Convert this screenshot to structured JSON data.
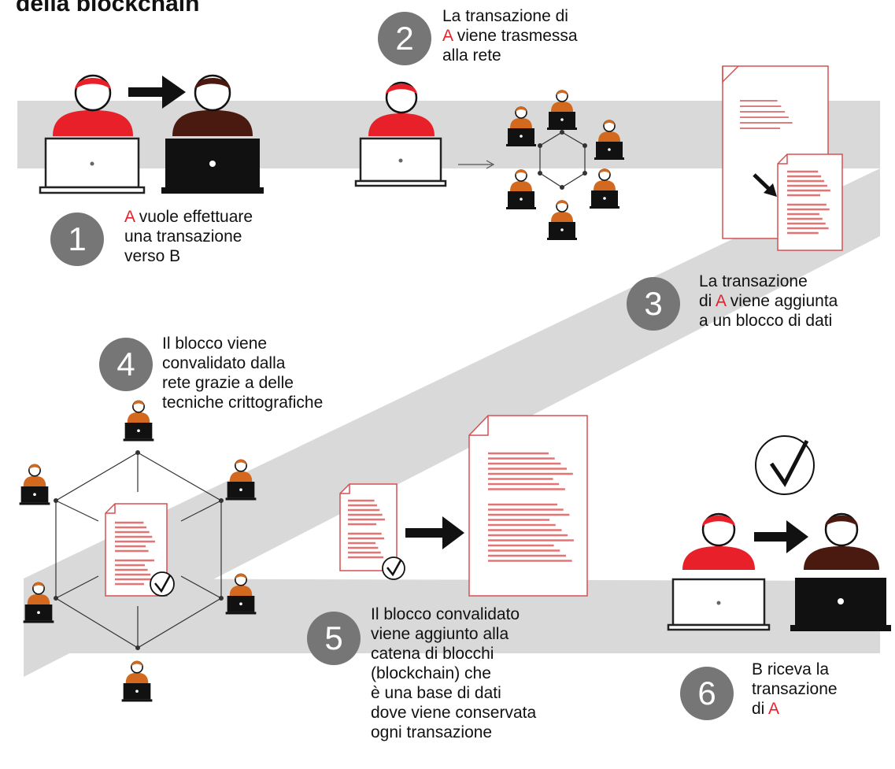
{
  "title": "della blockchain",
  "colors": {
    "band": "#d9d9d9",
    "red": "#e8202a",
    "brown": "#4a1a10",
    "step_circle": "#767676",
    "doc_line": "#d55050",
    "ink": "#111111"
  },
  "steps": [
    {
      "number": "1",
      "lines": [
        [
          {
            "t": "A",
            "red": true
          },
          {
            "t": " vuole effettuare"
          }
        ],
        [
          {
            "t": "una transazione"
          }
        ],
        [
          {
            "t": "verso B"
          }
        ]
      ]
    },
    {
      "number": "2",
      "lines": [
        [
          {
            "t": "La transazione di"
          }
        ],
        [
          {
            "t": "A",
            "red": true
          },
          {
            "t": " viene trasmessa"
          }
        ],
        [
          {
            "t": "alla rete"
          }
        ]
      ]
    },
    {
      "number": "3",
      "lines": [
        [
          {
            "t": "La transazione"
          }
        ],
        [
          {
            "t": "di "
          },
          {
            "t": "A",
            "red": true
          },
          {
            "t": " viene aggiunta"
          }
        ],
        [
          {
            "t": "a un blocco di dati"
          }
        ]
      ]
    },
    {
      "number": "4",
      "lines": [
        [
          {
            "t": "Il blocco viene"
          }
        ],
        [
          {
            "t": "convalidato dalla"
          }
        ],
        [
          {
            "t": "rete grazie a delle"
          }
        ],
        [
          {
            "t": "tecniche crittografiche"
          }
        ]
      ]
    },
    {
      "number": "5",
      "lines": [
        [
          {
            "t": "Il blocco convalidato"
          }
        ],
        [
          {
            "t": "viene aggiunto alla"
          }
        ],
        [
          {
            "t": "catena di blocchi"
          }
        ],
        [
          {
            "t": "(blockchain) che"
          }
        ],
        [
          {
            "t": "è una base di dati"
          }
        ],
        [
          {
            "t": "dove viene conservata"
          }
        ],
        [
          {
            "t": "ogni transazione"
          }
        ]
      ]
    },
    {
      "number": "6",
      "lines": [
        [
          {
            "t": "B riceva la"
          }
        ],
        [
          {
            "t": "transazione"
          }
        ],
        [
          {
            "t": "di "
          },
          {
            "t": "A",
            "red": true
          }
        ]
      ]
    }
  ],
  "icons": [
    "user-a-laptop-icon",
    "user-b-laptop-icon",
    "arrow-right-icon",
    "network-hexagon-icon",
    "network-node-user-icon",
    "document-icon",
    "block-document-icon",
    "checkmark-icon",
    "cube-network-icon",
    "blockchain-document-icon"
  ]
}
